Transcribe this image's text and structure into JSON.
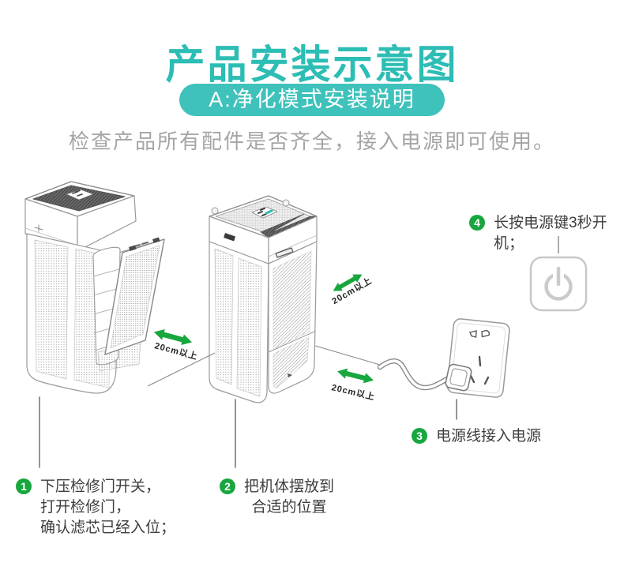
{
  "header": {
    "title": "产品安装示意图",
    "banner": "A:净化模式安装说明",
    "description": "检查产品所有配件是否齐全，接入电源即可使用。"
  },
  "labels": {
    "spacing": "20cm以上"
  },
  "steps": [
    {
      "num": "1",
      "lines": [
        "下压检修门开关，",
        "打开检修门，",
        "确认滤芯已经入位；"
      ]
    },
    {
      "num": "2",
      "lines": [
        "把机体摆放到",
        "合适的位置"
      ]
    },
    {
      "num": "3",
      "lines": [
        "电源线接入电源"
      ]
    },
    {
      "num": "4",
      "lines": [
        "长按电源键3秒开机；"
      ]
    }
  ],
  "icons": {
    "spacing_arrow": "double-headed-arrow-icon",
    "power_button": "power-button-icon",
    "wall_socket": "wall-socket-icon",
    "power_cable": "power-cable-plug-illustration",
    "purifier_open": "air-purifier-open-door-illustration",
    "purifier_closed": "air-purifier-closed-illustration"
  },
  "colors": {
    "title_teal": "#2CBDB4",
    "banner_teal": "#3EC2BB",
    "step_green": "#18A63E",
    "arrow_green": "#18A63E",
    "description_gray": "#A5A5A5",
    "step_text": "#3E3E3E"
  }
}
